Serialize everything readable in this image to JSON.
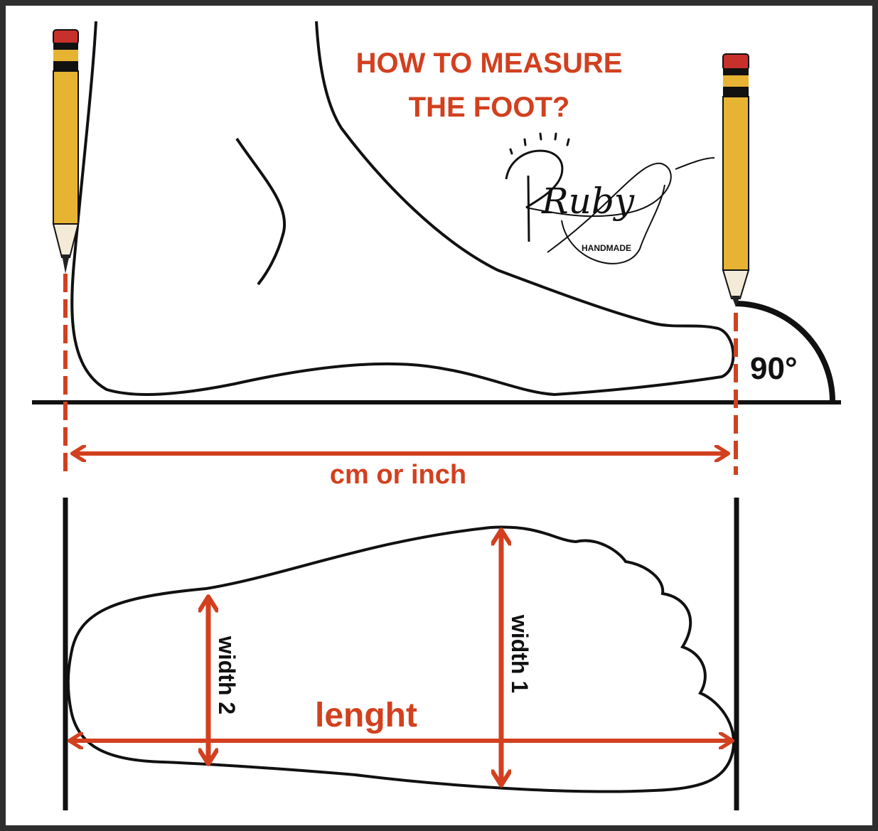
{
  "title": {
    "line1": "HOW TO MEASURE",
    "line2": "THE FOOT?"
  },
  "logo": {
    "name": "Ruby",
    "subtitle": "HANDMADE"
  },
  "angle_label": "90°",
  "side_view": {
    "measure_label": "cm or inch"
  },
  "top_view": {
    "length_label": "lenght",
    "width1_label": "width 1",
    "width2_label": "width 2"
  },
  "colors": {
    "accent": "#d2401f",
    "pencil_body": "#e6b432",
    "eraser": "#c8302b",
    "line": "#111111",
    "frame": "#2e2e2e"
  }
}
